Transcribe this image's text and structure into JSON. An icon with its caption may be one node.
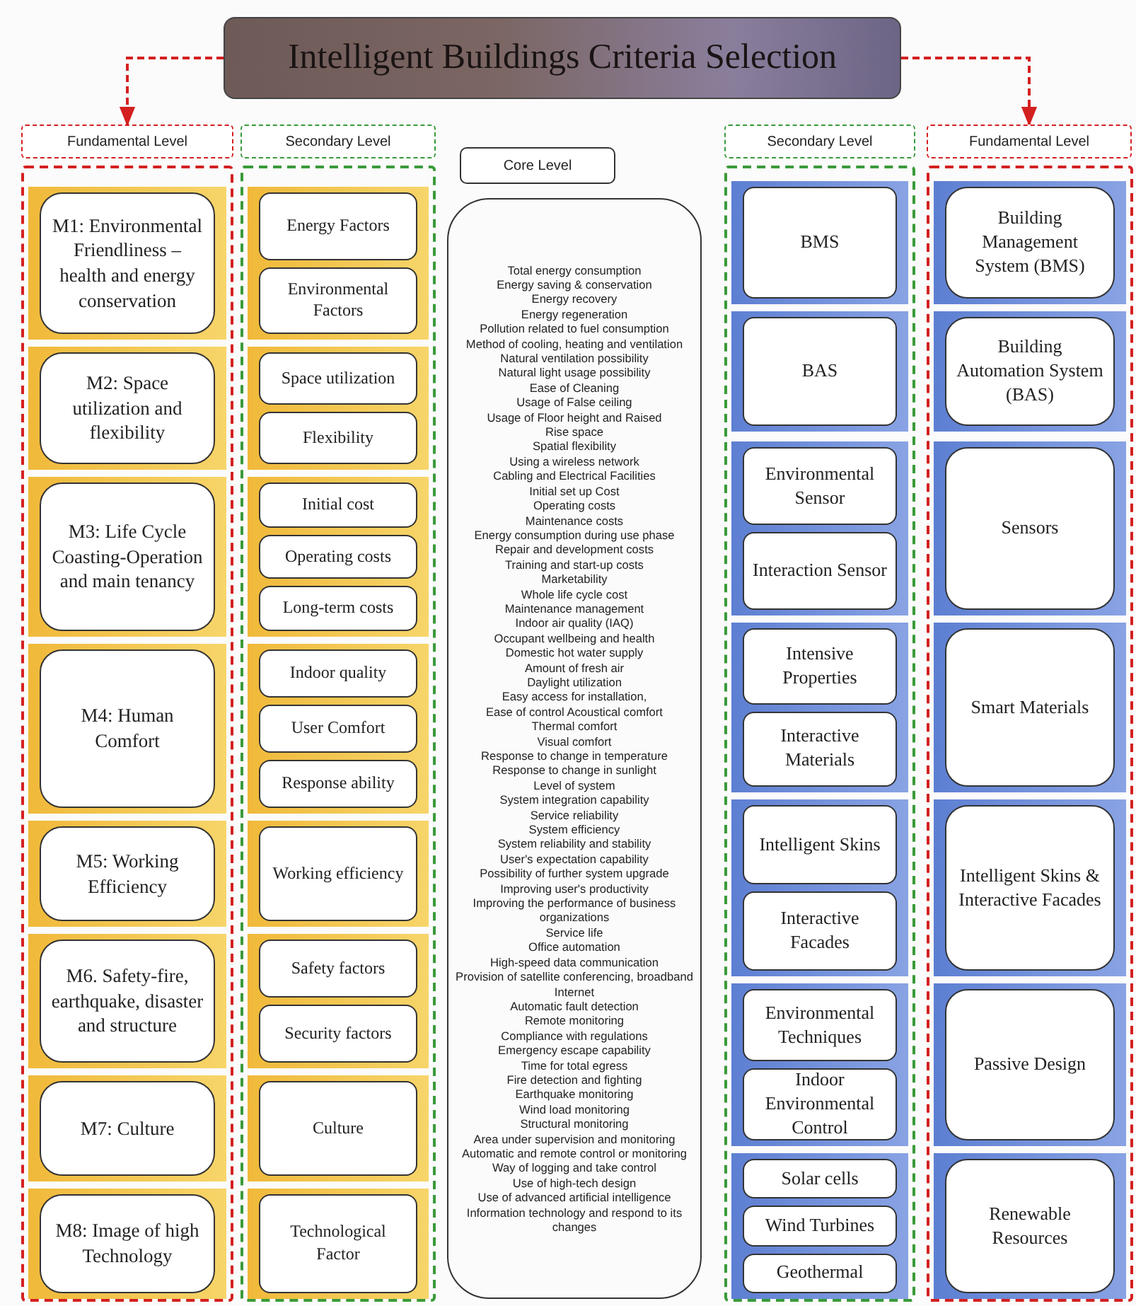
{
  "diagram": {
    "nodes": [
      {
        "text": [
          "Intelligent Buildings Criteria Selection"
        ]
      },
      {
        "text": [
          "Fundamental Level"
        ]
      },
      {
        "text": [
          "Secondary Level"
        ]
      },
      {
        "text": [
          "Core Level"
        ]
      },
      {
        "text": [
          "Secondary Level"
        ]
      },
      {
        "text": [
          "Fundamental Level"
        ]
      },
      {
        "text": [],
        "shape": "box"
      },
      {
        "text": [
          "M1: Environmental Friendliness – health and energy conservation"
        ],
        "in": 6
      },
      {
        "text": [
          "M2: Space utilization and flexibility"
        ],
        "in": 6
      },
      {
        "text": [
          "M3: Life Cycle Coasting-Operation and main tenancy"
        ],
        "in": 6
      },
      {
        "text": [
          "M4: Human Comfort"
        ],
        "in": 6
      },
      {
        "text": [
          "M5: Working Efficiency"
        ],
        "in": 6
      },
      {
        "text": [
          "M6. Safety-fire, earthquake, disaster and structure"
        ],
        "in": 6
      },
      {
        "text": [
          "M7: Culture"
        ],
        "in": 6
      },
      {
        "text": [
          "M8: Image of high Technology"
        ],
        "in": 6
      },
      {
        "text": [],
        "shape": "box"
      },
      {
        "text": [
          "Energy Factors"
        ],
        "in": 15
      },
      {
        "text": [
          "Environmental Factors"
        ],
        "in": 15
      },
      {
        "text": [
          "Space utilization"
        ],
        "in": 15
      },
      {
        "text": [
          "Flexibility"
        ],
        "in": 15
      },
      {
        "text": [
          "Initial cost"
        ],
        "in": 15
      },
      {
        "text": [
          "Operating costs"
        ],
        "in": 15
      },
      {
        "text": [
          "Long-term costs"
        ],
        "in": 15
      },
      {
        "text": [
          "Indoor quality"
        ],
        "in": 15
      },
      {
        "text": [
          "User Comfort"
        ],
        "in": 15
      },
      {
        "text": [
          "Response ability"
        ],
        "in": 15
      },
      {
        "text": [
          "Working efficiency"
        ],
        "in": 15
      },
      {
        "text": [
          "Safety factors"
        ],
        "in": 15
      },
      {
        "text": [
          "Security factors"
        ],
        "in": 15
      },
      {
        "text": [
          "Culture"
        ],
        "in": 15
      },
      {
        "text": [
          "Technological Factor"
        ],
        "in": 15
      },
      {
        "text": [
          "Total energy consumption",
          "Energy saving & conservation",
          "Energy recovery",
          "Energy regeneration",
          "Pollution related to fuel consumption",
          "Method of cooling, heating and ventilation",
          "Natural ventilation possibility",
          "Natural light usage possibility",
          "Ease of Cleaning",
          "Usage of False ceiling",
          "Usage of Floor height and Raised",
          "Rise space",
          "Spatial flexibility",
          "Using a wireless network",
          "Cabling and Electrical Facilities",
          "Initial set up Cost",
          "Operating costs",
          "Maintenance costs",
          "Energy consumption during use phase",
          "Repair and development costs",
          "Training and start-up costs",
          "Marketability",
          "Whole life cycle cost",
          "Maintenance management",
          "Indoor air quality (IAQ)",
          "Occupant wellbeing and health",
          "Domestic hot water supply",
          "Amount of fresh air",
          "Daylight utilization",
          "Easy access for installation,",
          "Ease of control Acoustical comfort",
          "Thermal comfort",
          "Visual comfort",
          "Response to change in temperature",
          "Response to change in sunlight",
          "Level of system",
          "System integration capability",
          "Service reliability",
          "System efficiency",
          "System reliability and stability",
          "User's expectation capability",
          "Possibility of further system upgrade",
          "Improving user's productivity",
          "Improving the performance of business organizations",
          "Service life",
          "Office automation",
          "High-speed data communication",
          "Provision of satellite conferencing, broadband Internet",
          "Automatic fault detection",
          "Remote monitoring",
          "Compliance with regulations",
          "Emergency escape capability",
          "Time for total egress",
          "Fire detection and fighting",
          "Earthquake monitoring",
          "Wind load monitoring",
          "Structural monitoring",
          "Area under supervision and monitoring",
          "Automatic and remote control or monitoring",
          "Way of logging and take control",
          "Use of high-tech design",
          "Use of advanced artificial intelligence",
          "Information technology and respond to its changes"
        ]
      },
      {
        "text": [],
        "shape": "box"
      },
      {
        "text": [
          "BMS"
        ],
        "in": 32
      },
      {
        "text": [
          "BAS"
        ],
        "in": 32
      },
      {
        "text": [
          "Environmental Sensor"
        ],
        "in": 32
      },
      {
        "text": [
          "Interaction Sensor"
        ],
        "in": 32
      },
      {
        "text": [
          "Intensive Properties"
        ],
        "in": 32
      },
      {
        "text": [
          "Interactive Materials"
        ],
        "in": 32
      },
      {
        "text": [
          "Intelligent Skins"
        ],
        "in": 32
      },
      {
        "text": [
          "Interactive Facades"
        ],
        "in": 32
      },
      {
        "text": [
          "Environmental Techniques"
        ],
        "in": 32
      },
      {
        "text": [
          "Indoor Environmental Control"
        ],
        "in": 32
      },
      {
        "text": [
          "Solar cells"
        ],
        "in": 32
      },
      {
        "text": [
          "Wind Turbines"
        ],
        "in": 32
      },
      {
        "text": [
          "Geothermal"
        ],
        "in": 32
      },
      {
        "text": [],
        "shape": "box"
      },
      {
        "text": [
          "Building Management System (BMS)"
        ],
        "in": 46
      },
      {
        "text": [
          "Building Automation System (BAS)"
        ],
        "in": 46
      },
      {
        "text": [
          "Sensors"
        ],
        "in": 46
      },
      {
        "text": [
          "Smart Materials"
        ],
        "in": 46
      },
      {
        "text": [
          "Intelligent Skins & Interactive Facades"
        ],
        "in": 46
      },
      {
        "text": [
          "Passive Design"
        ],
        "in": 46
      },
      {
        "text": [
          "Renewable Resources"
        ],
        "in": 46
      }
    ],
    "edges": [
      {
        "from": 0,
        "to": 1,
        "arrow": "to",
        "style": "dashed",
        "color": "#d42020"
      },
      {
        "from": 0,
        "to": 5,
        "arrow": "to",
        "style": "dashed",
        "color": "#d42020"
      }
    ]
  }
}
